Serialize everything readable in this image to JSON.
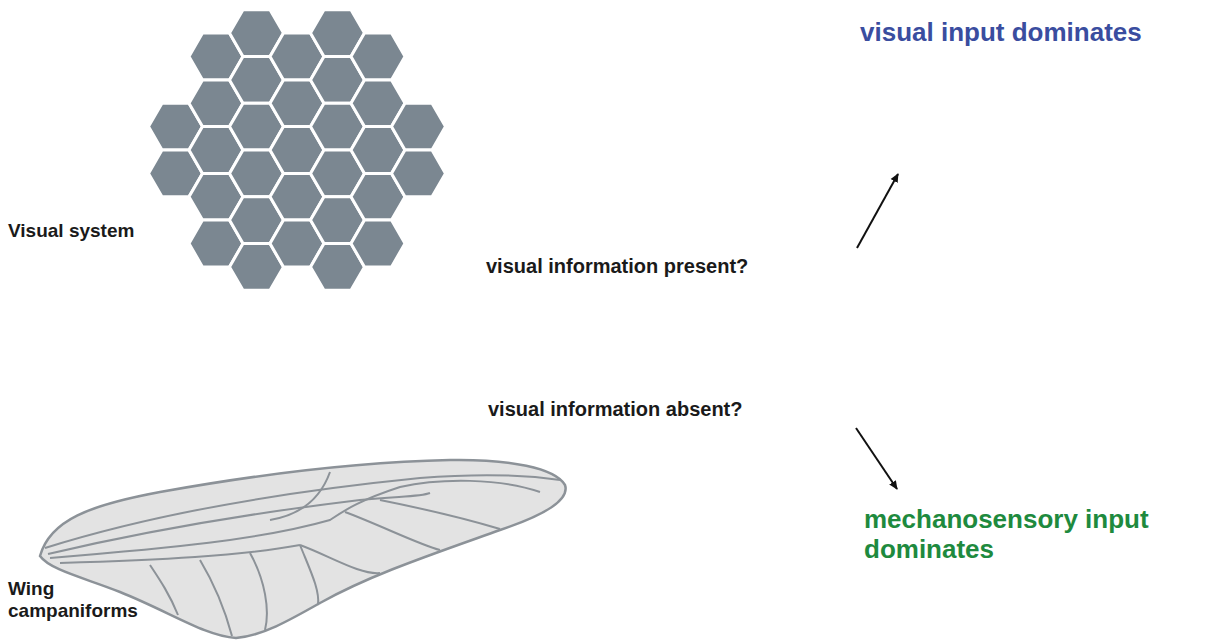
{
  "diagram": {
    "labels": [
      "Visual system",
      "visual information present?",
      "visual input dominates",
      "visual information absent?",
      "mechanosensory input dominates",
      "Wing campaniforms"
    ]
  }
}
